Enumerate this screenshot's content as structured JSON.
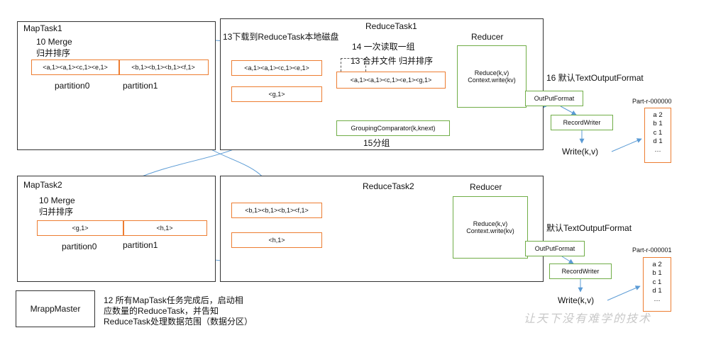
{
  "maptask1": {
    "title": "MapTask1",
    "merge_line1": "10 Merge",
    "merge_line2": "归并排序",
    "cell_left": "<a,1><a,1><c,1><e,1>",
    "cell_right": "<b,1><b,1><b,1><f,1>",
    "partition0": "partition0",
    "partition1": "partition1"
  },
  "maptask2": {
    "title": "MapTask2",
    "merge_line1": "10 Merge",
    "merge_line2": "归并排序",
    "cell_left": "<g,1>",
    "cell_right": "<h,1>",
    "partition0": "partition0",
    "partition1": "partition1"
  },
  "reducetask1": {
    "title": "ReduceTask1",
    "download_label": "13下载到ReduceTask本地磁盘",
    "read_label": "14 一次读取一组",
    "merge_label": "13 合并文件 归并排序",
    "box1": "<a,1><a,1><c,1><e,1>",
    "box2": "<g,1>",
    "merged": "<a,1><a,1><c,1><e,1><g,1>",
    "grouping": "GroupingComparator(k,knext)",
    "group_label": "15分组",
    "reducer_title": "Reducer",
    "reduce_line1": "Reduce(k,v)",
    "reduce_line2": "Context.write(kv)"
  },
  "reducetask2": {
    "title": "ReduceTask2",
    "box1": "<b,1><b,1><b,1><f,1>",
    "box2": "<h,1>",
    "reducer_title": "Reducer",
    "reduce_line1": "Reduce(k,v)",
    "reduce_line2": "Context.write(kv)"
  },
  "output1": {
    "label": "16 默认TextOutputFormat",
    "format": "OutPutFormat",
    "writer": "RecordWriter",
    "write": "Write(k,v)",
    "file": "Part-r-000000",
    "lines": [
      "a 2",
      "b 1",
      "c 1",
      "d 1",
      "…"
    ]
  },
  "output2": {
    "label": "默认TextOutputFormat",
    "format": "OutPutFormat",
    "writer": "RecordWriter",
    "write": "Write(k,v)",
    "file": "Part-r-000001",
    "lines": [
      "a 2",
      "b 1",
      "c 1",
      "d 1",
      "…"
    ]
  },
  "master": {
    "label": "MrappMaster",
    "note_line1": "12 所有MapTask任务完成后，启动相",
    "note_line2": "应数量的ReduceTask，并告知",
    "note_line3": "ReduceTask处理数据范围（数据分区）"
  },
  "watermark": "让天下没有难学的技术",
  "colors": {
    "orange": "#ed7d31",
    "green": "#70ad47",
    "arrow": "#5b9bd5",
    "border": "#333333"
  }
}
